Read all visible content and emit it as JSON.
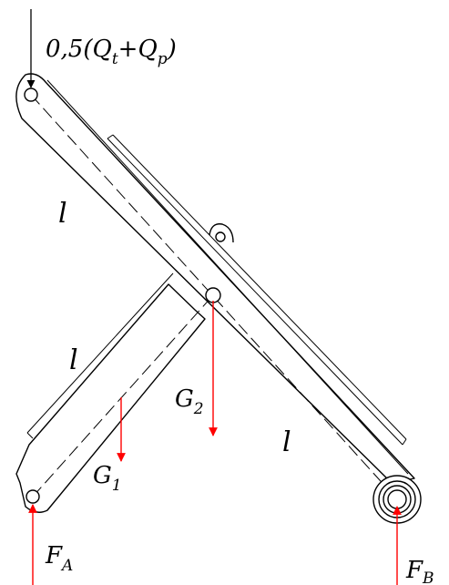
{
  "colors": {
    "force_arrow": "#ff0000",
    "lines": "#000000"
  },
  "labels": {
    "load": "0,5(Q",
    "load_t": "t",
    "load_plus": "+Q",
    "load_p": "p",
    "load_close": ")",
    "length_upper": "l",
    "length_middle": "l",
    "length_lower": "l",
    "g1": "G",
    "g1_sub": "1",
    "g2": "G",
    "g2_sub": "2",
    "fa": "F",
    "fa_sub": "A",
    "fb": "F",
    "fb_sub": "B"
  }
}
